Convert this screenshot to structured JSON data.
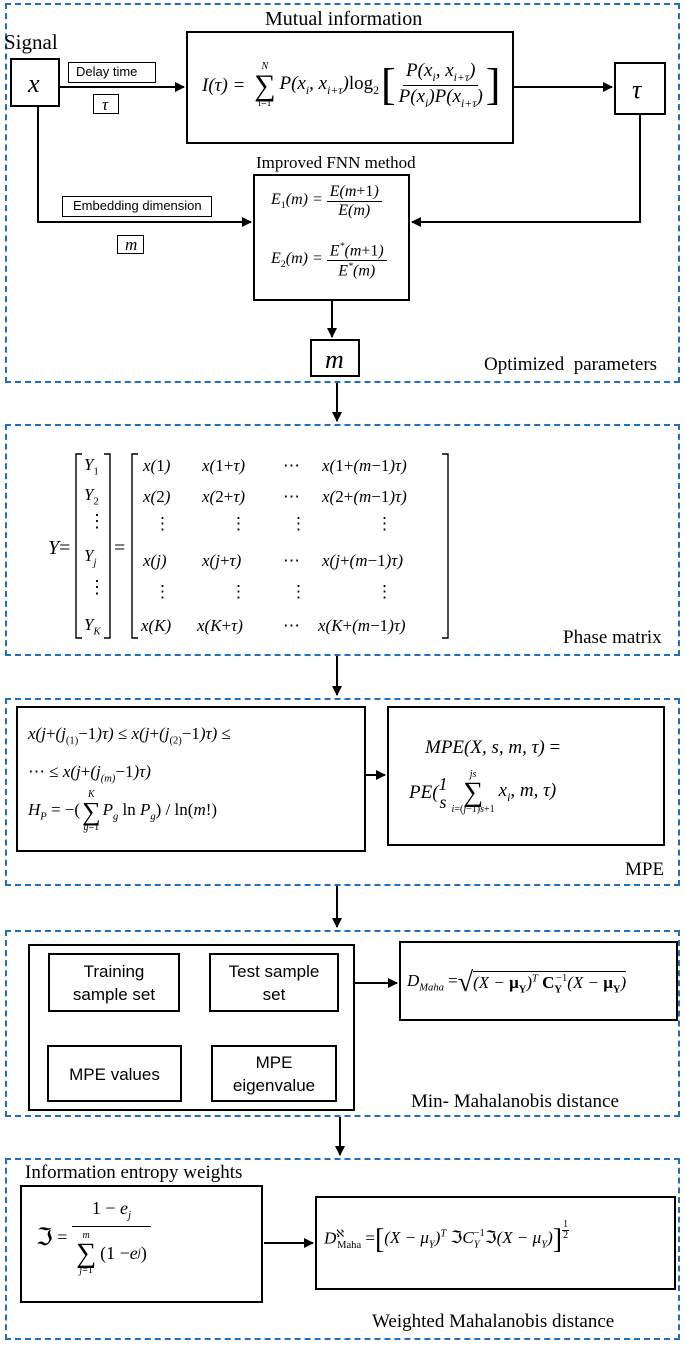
{
  "section1": {
    "signal_label": "Signal",
    "signal_symbol": "x",
    "delay_time_label": "Delay time",
    "delay_symbol": "τ",
    "mutual_info_title": "Mutual information",
    "tau_output": "τ",
    "fnn_title": "Improved FNN method",
    "embedding_label": "Embedding dimension",
    "embedding_symbol": "m",
    "m_output": "m",
    "corner_label": "Optimized  parameters"
  },
  "section2": {
    "corner_label": "Phase matrix"
  },
  "section3": {
    "corner_label": "MPE"
  },
  "section4": {
    "training_set": "Training sample set",
    "test_set": "Test sample set",
    "mpe_values": "MPE values",
    "mpe_eigenvalue": "MPE eigenvalue",
    "corner_label": "Min- Mahalanobis distance"
  },
  "section5": {
    "title": "Information entropy weights",
    "corner_label": "Weighted Mahalanobis distance"
  }
}
